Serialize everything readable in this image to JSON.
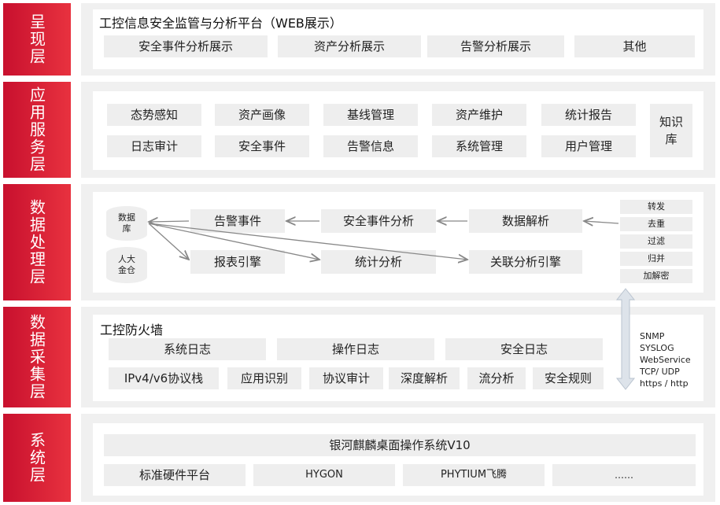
{
  "layers": {
    "presentation": "呈现层",
    "app_service": "应用服务层",
    "data_processing": "数据处理层",
    "data_collection": "数据采集层",
    "system": "系统层"
  },
  "presentation": {
    "title": "工控信息安全监管与分析平台（WEB展示）",
    "items": [
      "安全事件分析展示",
      "资产分析展示",
      "告警分析展示",
      "其他"
    ]
  },
  "app_service": {
    "row1": [
      "态势感知",
      "资产画像",
      "基线管理",
      "资产维护",
      "统计报告"
    ],
    "row2": [
      "日志审计",
      "安全事件",
      "告警信息",
      "系统管理",
      "用户管理"
    ],
    "knowledge": "知识库"
  },
  "data_processing": {
    "db1": "数据库",
    "db2": "人大金仓",
    "alert_event": "告警事件",
    "sec_event_analysis": "安全事件分析",
    "data_parse": "数据解析",
    "report_engine": "报表引擎",
    "stat_analysis": "统计分析",
    "correlation_engine": "关联分析引擎",
    "ops": [
      "转发",
      "去重",
      "过滤",
      "归并",
      "加解密"
    ]
  },
  "data_collection": {
    "title": "工控防火墙",
    "logs": [
      "系统日志",
      "操作日志",
      "安全日志"
    ],
    "features": [
      "IPv4/v6协议栈",
      "应用识别",
      "协议审计",
      "深度解析",
      "流分析",
      "安全规则"
    ],
    "protocols": [
      "SNMP",
      "SYSLOG",
      "WebService",
      "TCP/ UDP",
      "https / http"
    ]
  },
  "system": {
    "os": "银河麒麟桌面操作系统V10",
    "platforms": [
      "标准硬件平台",
      "HYGON",
      "PHYTIUM飞腾",
      "……"
    ]
  }
}
